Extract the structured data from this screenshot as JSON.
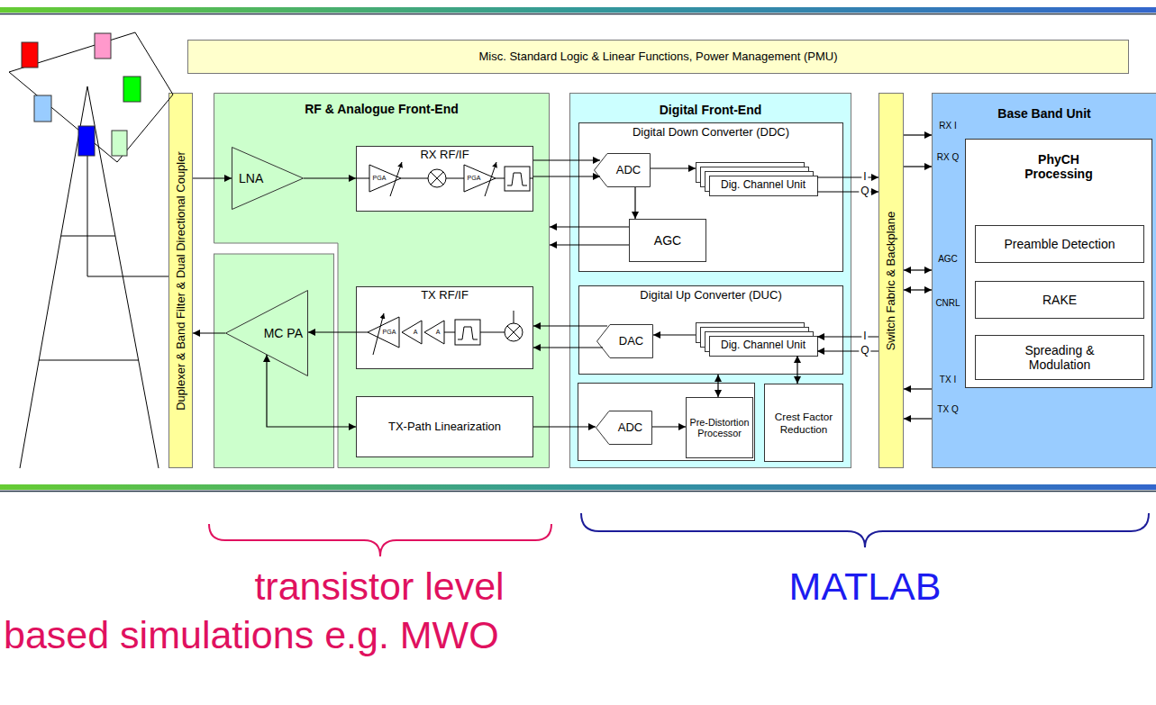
{
  "diagram": {
    "nodes": [
      {
        "text": [
          "Misc. Standard Logic & Linear Functions, Power Management (PMU)"
        ]
      },
      {
        "text": [
          "Duplexer & Band Filter & Dual Directional Coupler"
        ]
      },
      {
        "text": [
          "RF & Analogue Front-End"
        ]
      },
      {
        "text": [
          "LNA"
        ],
        "in": 2
      },
      {
        "text": [
          "RX RF/IF"
        ],
        "in": 2
      },
      {
        "text": [
          "MC PA"
        ],
        "in": 2
      },
      {
        "text": [
          "TX RF/IF"
        ],
        "in": 2
      },
      {
        "text": [
          "TX-Path Linearization"
        ],
        "in": 2
      },
      {
        "text": [
          "Digital Front-End"
        ]
      },
      {
        "text": [
          "Digital Down Converter (DDC)"
        ],
        "in": 8
      },
      {
        "text": [
          "ADC"
        ],
        "in": 9
      },
      {
        "text": [
          "Dig. Channel Unit"
        ],
        "in": 9
      },
      {
        "text": [
          "AGC"
        ],
        "in": 9
      },
      {
        "text": [
          "Digital Up Converter (DUC)"
        ],
        "in": 8
      },
      {
        "text": [
          "DAC"
        ],
        "in": 13
      },
      {
        "text": [
          "Dig. Channel Unit"
        ],
        "in": 13
      },
      {
        "text": [
          "ADC"
        ],
        "in": 8
      },
      {
        "text": [
          "Pre-Distortion Processor"
        ],
        "in": 8
      },
      {
        "text": [
          "Crest Factor Reduction"
        ],
        "in": 8
      },
      {
        "text": [
          "Switch Fabric & Backplane"
        ]
      },
      {
        "text": [
          "Base Band Unit"
        ]
      },
      {
        "text": [
          "PhyCH Processing"
        ],
        "in": 20
      },
      {
        "text": [
          "Preamble Detection"
        ],
        "in": 21
      },
      {
        "text": [
          "RAKE"
        ],
        "in": 21
      },
      {
        "text": [
          "Spreading & Modulation"
        ],
        "in": 21
      }
    ],
    "edges": [
      {
        "from": 1,
        "to": 3,
        "arrow": "to"
      },
      {
        "from": 3,
        "to": 4,
        "arrow": "to"
      },
      {
        "from": 4,
        "to": 10,
        "arrow": "to"
      },
      {
        "from": 4,
        "to": 10,
        "arrow": "to"
      },
      {
        "from": 10,
        "to": 11,
        "arrow": "to"
      },
      {
        "from": 10,
        "to": 12,
        "arrow": "to"
      },
      {
        "from": 12,
        "to": 2,
        "arrow": "to"
      },
      {
        "from": 12,
        "to": 2,
        "arrow": "to"
      },
      {
        "from": 11,
        "to": 19,
        "label": "I",
        "arrow": "to"
      },
      {
        "from": 11,
        "to": 19,
        "label": "Q",
        "arrow": "to"
      },
      {
        "from": 19,
        "to": 20,
        "label": "RX I",
        "arrow": "to"
      },
      {
        "from": 19,
        "to": 20,
        "label": "RX Q",
        "arrow": "to"
      },
      {
        "from": 19,
        "to": 20,
        "label": "AGC",
        "arrow": "both"
      },
      {
        "from": 19,
        "to": 20,
        "label": "CNRL",
        "arrow": "both"
      },
      {
        "from": 20,
        "to": 19,
        "label": "TX I",
        "arrow": "to"
      },
      {
        "from": 20,
        "to": 19,
        "label": "TX Q",
        "arrow": "to"
      },
      {
        "from": 19,
        "to": 15,
        "label": "I",
        "arrow": "to"
      },
      {
        "from": 19,
        "to": 15,
        "label": "Q",
        "arrow": "to"
      },
      {
        "from": 15,
        "to": 14,
        "arrow": "to"
      },
      {
        "from": 14,
        "to": 6,
        "arrow": "to"
      },
      {
        "from": 14,
        "to": 6,
        "arrow": "to"
      },
      {
        "from": 6,
        "to": 5,
        "arrow": "to"
      },
      {
        "from": 5,
        "to": 1,
        "arrow": "to"
      },
      {
        "from": 5,
        "to": 7,
        "arrow": "both"
      },
      {
        "from": 7,
        "to": 16,
        "arrow": "to"
      },
      {
        "from": 16,
        "to": 17,
        "arrow": "to"
      },
      {
        "from": 13,
        "to": 17,
        "arrow": "both"
      },
      {
        "from": 15,
        "to": 18,
        "arrow": "both"
      }
    ],
    "labels": [
      "PGA",
      "PGA",
      "PGA",
      "A",
      "A",
      "transistor level",
      "based simulations e.g. MWO",
      "MATLAB"
    ]
  }
}
